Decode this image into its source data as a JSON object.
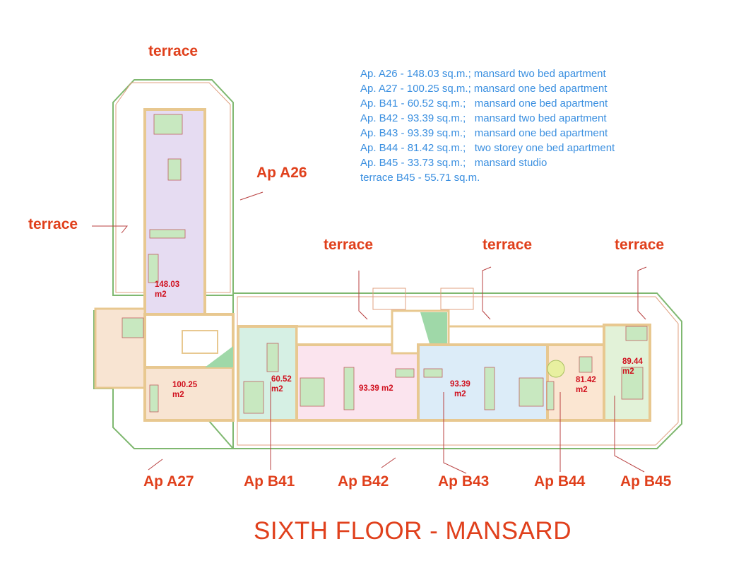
{
  "title": "SIXTH FLOOR - MANSARD",
  "terrace_label": "terrace",
  "apartments": {
    "a26": {
      "label": "Ap A26",
      "area_value": "148.03",
      "area_unit": "m2"
    },
    "a27": {
      "label": "Ap A27",
      "area_value": "100.25",
      "area_unit": "m2"
    },
    "b41": {
      "label": "Ap B41",
      "area_value": "60.52",
      "area_unit": "m2"
    },
    "b42": {
      "label": "Ap B42",
      "area_full": "93.39 m2"
    },
    "b43": {
      "label": "Ap B43",
      "area_value": "93.39",
      "area_unit": "m2"
    },
    "b44": {
      "label": "Ap B44",
      "area_value": "81.42",
      "area_unit": "m2"
    },
    "b45": {
      "label": "Ap B45",
      "area_value": "89.44",
      "area_unit": "m2"
    }
  },
  "legend": [
    "Ap. A26 - 148.03 sq.m.; mansard two bed apartment",
    "Ap. A27 - 100.25 sq.m.; mansard one bed apartment",
    "Ap. B41 - 60.52 sq.m.;   mansard one bed apartment",
    "Ap. B42 - 93.39 sq.m.;   mansard two bed apartment",
    "Ap. B43 - 93.39 sq.m.;   mansard one bed apartment",
    "Ap. B44 - 81.42 sq.m.;   two storey one bed apartment",
    "Ap. B45 - 33.73 sq.m.;   mansard studio",
    "terrace B45 - 55.71 sq.m."
  ],
  "colors": {
    "label": "#e0401c",
    "area": "#d0101e",
    "legend": "#3a8fe0",
    "a26": "#e6dcf2",
    "a27": "#f8e4d2",
    "b41": "#d6f0e4",
    "b42": "#fbe4ee",
    "b43": "#dcecf8",
    "b44": "#fbe6d2",
    "b45": "#e2f2d8"
  }
}
